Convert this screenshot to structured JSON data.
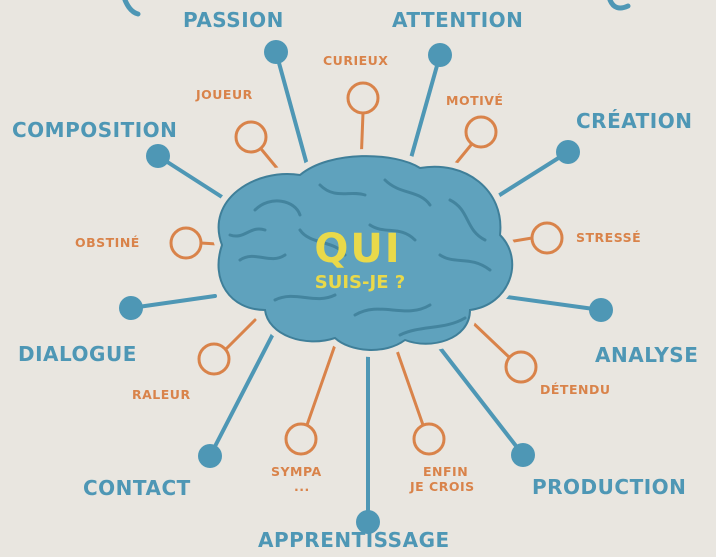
{
  "center": {
    "title": "QUI",
    "subtitle": "SUIS-JE ?",
    "brain_icon": "brain-icon"
  },
  "colors": {
    "background": "#e9e6e0",
    "blue": "#4e97b5",
    "orange": "#d9834a",
    "yellow": "#e9d94a",
    "brain": "#5fa2bd"
  },
  "blue_labels": {
    "passion": "PASSION",
    "attention": "ATTENTION",
    "composition": "COMPOSITION",
    "creation": "CRÉATION",
    "dialogue": "DIALOGUE",
    "analyse": "ANALYSE",
    "contact": "CONTACT",
    "production": "PRODUCTION",
    "apprentissage": "APPRENTISSAGE"
  },
  "orange_labels": {
    "curieux": "CURIEUX",
    "joueur": "JOUEUR",
    "motive": "MOTIVÉ",
    "obstine": "OBSTINÉ",
    "stresse": "STRESSÉ",
    "raleur": "RALEUR",
    "detendu": "DÉTENDU",
    "sympa": "SYMPA",
    "sympa_dots": "...",
    "enfin": "ENFIN",
    "je_crois": "JE CROIS"
  }
}
